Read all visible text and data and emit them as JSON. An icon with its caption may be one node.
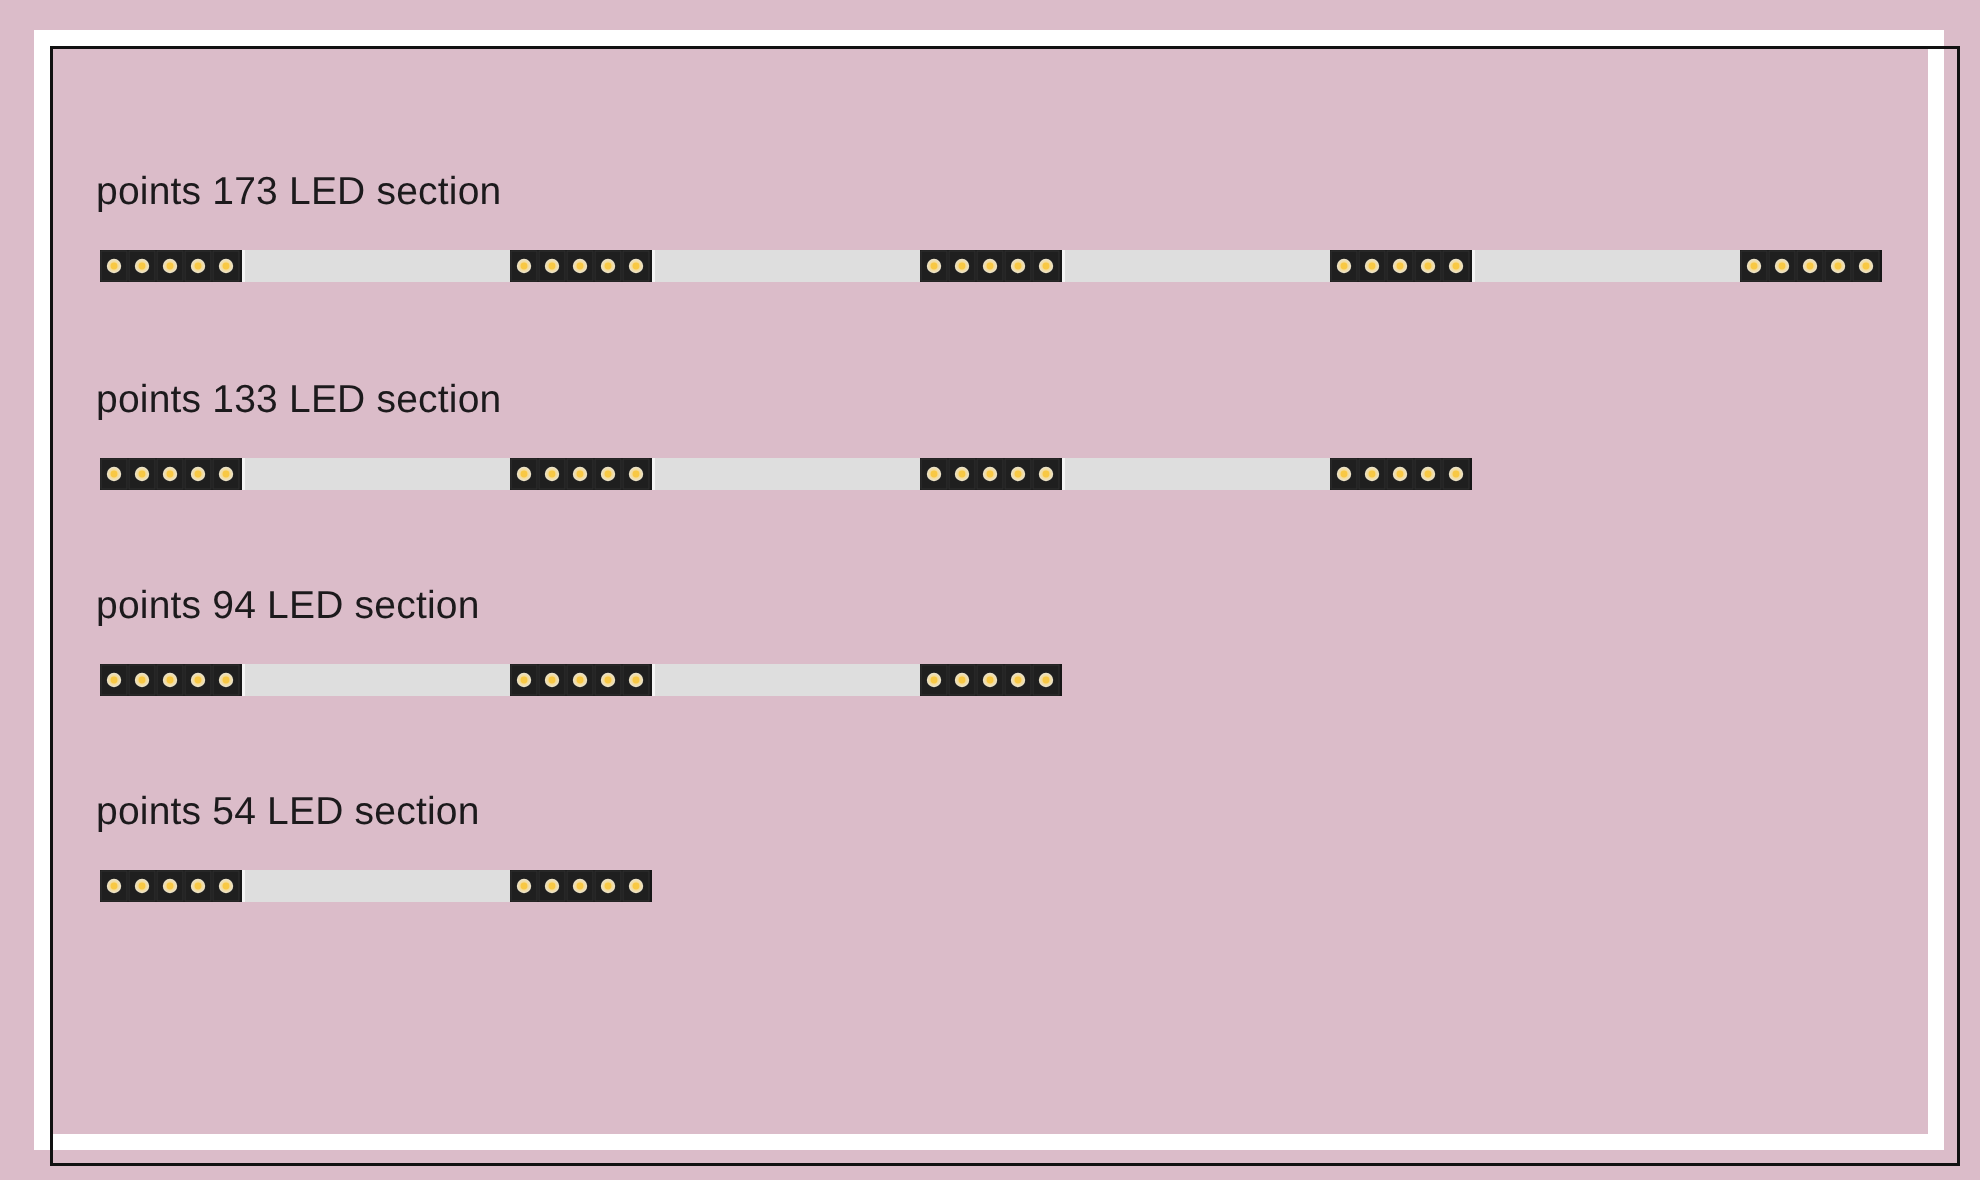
{
  "diagram": {
    "labels": [
      "points 173 LED section",
      "points 133 LED section",
      "points 94 LED section",
      "points 54 LED section"
    ]
  }
}
